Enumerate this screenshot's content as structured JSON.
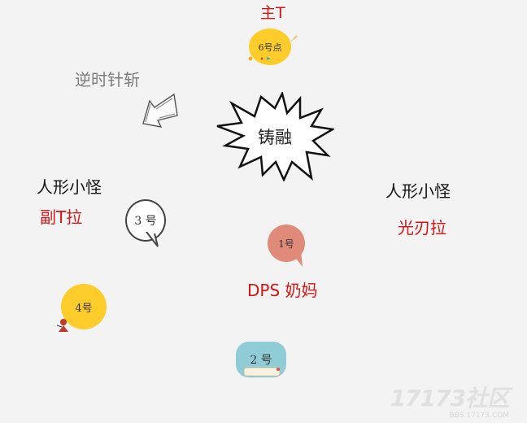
{
  "labels": {
    "main_tank": "主T",
    "counterclockwise": "逆时针斩",
    "left_mob": "人形小怪",
    "right_mob": "人形小怪",
    "off_tank_pull": "副T拉",
    "blade_pull": "光刃拉",
    "dps_healer": "DPS 奶妈",
    "center": "铸融"
  },
  "markers": {
    "m6": "6号点",
    "m3": "3 号",
    "m1": "1号",
    "m4": "4号",
    "m2": "2 号"
  },
  "watermark": {
    "logo": "17173社区",
    "url": "BBS.17173.COM"
  },
  "colors": {
    "red": "#d61515",
    "yellow": "#fccd2a",
    "salmon": "#e08a7a",
    "teal": "#8fccd5"
  }
}
